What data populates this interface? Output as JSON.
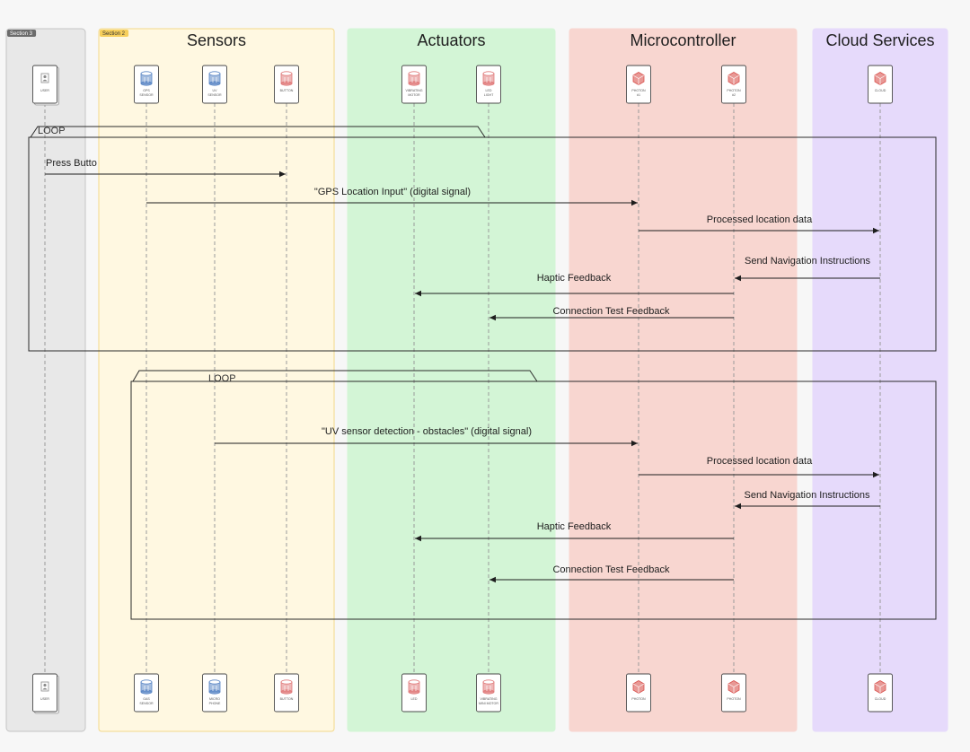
{
  "sections": [
    {
      "id": "section-3",
      "tag": "Section 3",
      "title": "",
      "fill": "#e8e8e8",
      "stroke": "#c4c4c4",
      "tag_fill": "#6b6b6b",
      "tag_text_color": "#ffffff"
    },
    {
      "id": "sensors",
      "tag": "Section 2",
      "title": "Sensors",
      "fill": "#fff8e1",
      "stroke": "#f3d98a",
      "tag_fill": "#f7cf5c",
      "tag_text_color": "#333333"
    },
    {
      "id": "actuators",
      "tag": "",
      "title": "Actuators",
      "fill": "#d3f5d6",
      "stroke": "#d3f5d6",
      "tag_fill": "",
      "tag_text_color": ""
    },
    {
      "id": "microcontroller",
      "tag": "",
      "title": "Microcontroller",
      "fill": "#f8d6d0",
      "stroke": "#f8d6d0",
      "tag_fill": "",
      "tag_text_color": ""
    },
    {
      "id": "cloud-services",
      "tag": "",
      "title": "Cloud Services",
      "fill": "#e6dafb",
      "stroke": "#e6dafb",
      "tag_fill": "",
      "tag_text_color": ""
    }
  ],
  "participants": [
    {
      "id": "user",
      "icon": "user-icon",
      "color": "#8a8a8a",
      "top": [
        "USER"
      ],
      "bottom": [
        "USER"
      ]
    },
    {
      "id": "gps",
      "icon": "cylinder-icon",
      "color": "#5b87c5",
      "top": [
        "GPS",
        "SENSOR"
      ],
      "bottom": [
        "GAS",
        "SENSOR"
      ]
    },
    {
      "id": "uv",
      "icon": "cylinder-icon",
      "color": "#5b87c5",
      "top": [
        "UV",
        "SENSOR"
      ],
      "bottom": [
        "MICRO",
        "PHONE"
      ]
    },
    {
      "id": "button",
      "icon": "cylinder-icon",
      "color": "#e07b7b",
      "top": [
        "BUTTON"
      ],
      "bottom": [
        "BUTTON"
      ]
    },
    {
      "id": "motor",
      "icon": "cylinder-icon",
      "color": "#e07b7b",
      "top": [
        "VIBRATING",
        "MOTOR"
      ],
      "bottom": [
        "LED"
      ]
    },
    {
      "id": "led",
      "icon": "cylinder-icon",
      "color": "#e07b7b",
      "top": [
        "LED",
        "LIGHT"
      ],
      "bottom": [
        "VIBRATING",
        "MINI MOTOR"
      ]
    },
    {
      "id": "photon1",
      "icon": "cube-icon",
      "color": "#d9534f",
      "top": [
        "PHOTON",
        "#1"
      ],
      "bottom": [
        "PHOTON"
      ]
    },
    {
      "id": "photon2",
      "icon": "cube-icon",
      "color": "#d9534f",
      "top": [
        "PHOTON",
        "#2"
      ],
      "bottom": [
        "PHOTON"
      ]
    },
    {
      "id": "cloud",
      "icon": "cube-icon",
      "color": "#d9534f",
      "top": [
        "CLOUD"
      ],
      "bottom": [
        "CLOUD"
      ]
    }
  ],
  "loops": [
    {
      "label": "LOOP"
    },
    {
      "label": "LOOP"
    }
  ],
  "messages": [
    {
      "from": "user",
      "to": "button",
      "text": "Press Butto",
      "loop": 0
    },
    {
      "from": "gps",
      "to": "photon1",
      "text": "\"GPS Location Input\" (digital signal)",
      "loop": 0
    },
    {
      "from": "photon1",
      "to": "cloud",
      "text": "Processed location data",
      "loop": 0
    },
    {
      "from": "cloud",
      "to": "photon2",
      "text": "Send Navigation Instructions",
      "loop": 0
    },
    {
      "from": "photon2",
      "to": "motor",
      "text": "Haptic Feedback",
      "loop": 0
    },
    {
      "from": "photon2",
      "to": "led",
      "text": "Connection Test Feedback",
      "loop": 0
    },
    {
      "from": "uv",
      "to": "photon1",
      "text": "\"UV sensor detection - obstacles\" (digital signal)",
      "loop": 1
    },
    {
      "from": "photon1",
      "to": "cloud",
      "text": "Processed location data",
      "loop": 1
    },
    {
      "from": "cloud",
      "to": "photon2",
      "text": "Send Navigation Instructions",
      "loop": 1
    },
    {
      "from": "photon2",
      "to": "motor",
      "text": "Haptic Feedback",
      "loop": 1
    },
    {
      "from": "photon2",
      "to": "led",
      "text": "Connection Test Feedback",
      "loop": 1
    }
  ]
}
